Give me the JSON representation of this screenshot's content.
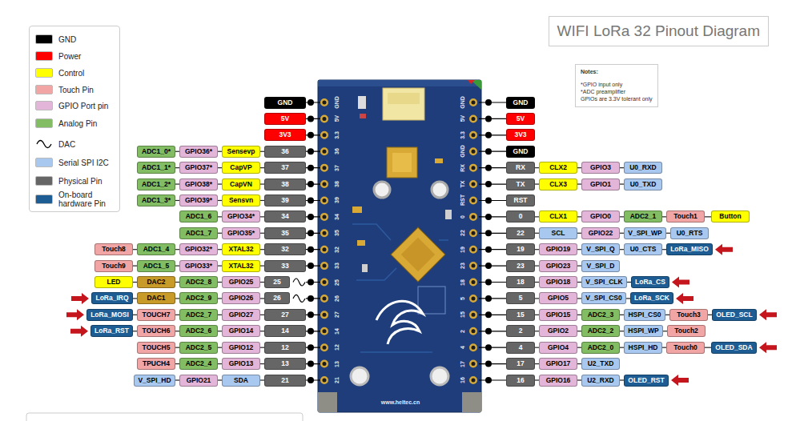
{
  "diagram": {
    "title": "WIFI LoRa 32 Pinout Diagram",
    "nodes": [
      {
        "text": [
          "Notes:",
          "*GPIO input only",
          "*ADC preamplifier",
          "GPIOs are 3.3V tolerant only"
        ]
      },
      {
        "text": [
          "GND"
        ]
      },
      {
        "text": [
          "GND"
        ]
      },
      {
        "text": [
          "5V"
        ]
      },
      {
        "text": [
          "5V"
        ]
      },
      {
        "text": [
          "3V3"
        ]
      },
      {
        "text": [
          "3V3"
        ]
      },
      {
        "text": [
          "ADC1_0*"
        ]
      },
      {
        "text": [
          "GPIO36*"
        ]
      },
      {
        "text": [
          "Sensevp"
        ]
      },
      {
        "text": [
          "36"
        ]
      },
      {
        "text": [
          "GND"
        ]
      },
      {
        "text": [
          "ADC1_1*"
        ]
      },
      {
        "text": [
          "GPIO37*"
        ]
      },
      {
        "text": [
          "CapVP"
        ]
      },
      {
        "text": [
          "37"
        ]
      },
      {
        "text": [
          "RX"
        ]
      },
      {
        "text": [
          "CLX2"
        ]
      },
      {
        "text": [
          "GPIO3"
        ]
      },
      {
        "text": [
          "U0_RXD"
        ]
      },
      {
        "text": [
          "ADC1_2*"
        ]
      },
      {
        "text": [
          "GPIO38*"
        ]
      },
      {
        "text": [
          "CapVN"
        ]
      },
      {
        "text": [
          "38"
        ]
      },
      {
        "text": [
          "TX"
        ]
      },
      {
        "text": [
          "CLX3"
        ]
      },
      {
        "text": [
          "GPIO1"
        ]
      },
      {
        "text": [
          "U0_TXD"
        ]
      },
      {
        "text": [
          "ADC1_3*"
        ]
      },
      {
        "text": [
          "GPIO39*"
        ]
      },
      {
        "text": [
          "Sensvn"
        ]
      },
      {
        "text": [
          "39"
        ]
      },
      {
        "text": [
          "RST"
        ]
      },
      {
        "text": [
          "ADC1_6"
        ]
      },
      {
        "text": [
          "GPIO34*"
        ]
      },
      {
        "text": [
          "34"
        ]
      },
      {
        "text": [
          "0"
        ]
      },
      {
        "text": [
          "CLX1"
        ]
      },
      {
        "text": [
          "GPIO0"
        ]
      },
      {
        "text": [
          "ADC2_1"
        ]
      },
      {
        "text": [
          "Touch1"
        ]
      },
      {
        "text": [
          "Button"
        ]
      },
      {
        "text": [
          "ADC1_7"
        ]
      },
      {
        "text": [
          "GPIO35*"
        ]
      },
      {
        "text": [
          "35"
        ]
      },
      {
        "text": [
          "22"
        ]
      },
      {
        "text": [
          "SCL"
        ]
      },
      {
        "text": [
          "GPIO22"
        ]
      },
      {
        "text": [
          "V_SPI_WP"
        ]
      },
      {
        "text": [
          "U0_RTS"
        ]
      },
      {
        "text": [
          "Touch8"
        ]
      },
      {
        "text": [
          "ADC1_4"
        ]
      },
      {
        "text": [
          "GPIO32*"
        ]
      },
      {
        "text": [
          "XTAL32"
        ]
      },
      {
        "text": [
          "32"
        ]
      },
      {
        "text": [
          "19"
        ]
      },
      {
        "text": [
          "GPIO19"
        ]
      },
      {
        "text": [
          "V_SPI_Q"
        ]
      },
      {
        "text": [
          "U0_CTS"
        ]
      },
      {
        "text": [
          "LoRa_MISO"
        ]
      },
      {
        "text": [
          "Touch9"
        ]
      },
      {
        "text": [
          "ADC1_5"
        ]
      },
      {
        "text": [
          "GPIO33*"
        ]
      },
      {
        "text": [
          "XTAL32"
        ]
      },
      {
        "text": [
          "33"
        ]
      },
      {
        "text": [
          "23"
        ]
      },
      {
        "text": [
          "GPIO23"
        ]
      },
      {
        "text": [
          "V_SPI_D"
        ]
      },
      {
        "text": [
          "LED"
        ]
      },
      {
        "text": [
          "DAC2"
        ]
      },
      {
        "text": [
          "ADC2_8"
        ]
      },
      {
        "text": [
          "GPIO25"
        ]
      },
      {
        "text": [
          "25"
        ]
      },
      {
        "text": [
          "18"
        ]
      },
      {
        "text": [
          "GPIO18"
        ]
      },
      {
        "text": [
          "V_SPI_CLK"
        ]
      },
      {
        "text": [
          "LoRa_CS"
        ]
      },
      {
        "text": [
          "LoRa_IRQ"
        ]
      },
      {
        "text": [
          "DAC1"
        ]
      },
      {
        "text": [
          "ADC2_9"
        ]
      },
      {
        "text": [
          "GPIO26"
        ]
      },
      {
        "text": [
          "26"
        ]
      },
      {
        "text": [
          "5"
        ]
      },
      {
        "text": [
          "GPIO5"
        ]
      },
      {
        "text": [
          "V_SPI_CS0"
        ]
      },
      {
        "text": [
          "LoRa_SCK"
        ]
      },
      {
        "text": [
          "LoRa_MOSI"
        ]
      },
      {
        "text": [
          "TOUCH7"
        ]
      },
      {
        "text": [
          "ADC2_7"
        ]
      },
      {
        "text": [
          "GPIO27"
        ]
      },
      {
        "text": [
          "27"
        ]
      },
      {
        "text": [
          "15"
        ]
      },
      {
        "text": [
          "GPIO15"
        ]
      },
      {
        "text": [
          "ADC2_3"
        ]
      },
      {
        "text": [
          "HSPI_CS0"
        ]
      },
      {
        "text": [
          "Touch3"
        ]
      },
      {
        "text": [
          "OLED_SCL"
        ]
      },
      {
        "text": [
          "LoRa_RST"
        ]
      },
      {
        "text": [
          "TOUCH6"
        ]
      },
      {
        "text": [
          "ADC2_6"
        ]
      },
      {
        "text": [
          "GPIO14"
        ]
      },
      {
        "text": [
          "14"
        ]
      },
      {
        "text": [
          "2"
        ]
      },
      {
        "text": [
          "GPIO2"
        ]
      },
      {
        "text": [
          "ADC2_2"
        ]
      },
      {
        "text": [
          "HSPI_WP"
        ]
      },
      {
        "text": [
          "Touch2"
        ]
      },
      {
        "text": [
          "TOUCH5"
        ]
      },
      {
        "text": [
          "ADC2_5"
        ]
      },
      {
        "text": [
          "GPIO12"
        ]
      },
      {
        "text": [
          "12"
        ]
      },
      {
        "text": [
          "4"
        ]
      },
      {
        "text": [
          "GPIO4"
        ]
      },
      {
        "text": [
          "ADC2_0"
        ]
      },
      {
        "text": [
          "HSPI_HD"
        ]
      },
      {
        "text": [
          "Touch0"
        ]
      },
      {
        "text": [
          "OLED_SDA"
        ]
      },
      {
        "text": [
          "TPUCH4"
        ]
      },
      {
        "text": [
          "ADC2_4"
        ]
      },
      {
        "text": [
          "GPIO13"
        ]
      },
      {
        "text": [
          "13"
        ]
      },
      {
        "text": [
          "17"
        ]
      },
      {
        "text": [
          "GPIO17"
        ]
      },
      {
        "text": [
          "U2_TXD"
        ]
      },
      {
        "text": [
          "V_SPI_HD"
        ]
      },
      {
        "text": [
          "GPIO21"
        ]
      },
      {
        "text": [
          "SDA"
        ]
      },
      {
        "text": [
          "21"
        ]
      },
      {
        "text": [
          "16"
        ]
      },
      {
        "text": [
          "GPIO16"
        ]
      },
      {
        "text": [
          "U2_RXD"
        ]
      },
      {
        "text": [
          "OLED_RST"
        ]
      }
    ],
    "edges": [
      {
        "from": 7,
        "to": 8,
        "arrow": "none"
      },
      {
        "from": 8,
        "to": 9,
        "arrow": "none"
      },
      {
        "from": 9,
        "to": 10,
        "arrow": "none"
      },
      {
        "from": 12,
        "to": 13,
        "arrow": "none"
      },
      {
        "from": 13,
        "to": 14,
        "arrow": "none"
      },
      {
        "from": 14,
        "to": 15,
        "arrow": "none"
      },
      {
        "from": 16,
        "to": 17,
        "arrow": "none"
      },
      {
        "from": 17,
        "to": 18,
        "arrow": "none"
      },
      {
        "from": 18,
        "to": 19,
        "arrow": "none"
      },
      {
        "from": 20,
        "to": 21,
        "arrow": "none"
      },
      {
        "from": 21,
        "to": 22,
        "arrow": "none"
      },
      {
        "from": 22,
        "to": 23,
        "arrow": "none"
      },
      {
        "from": 24,
        "to": 25,
        "arrow": "none"
      },
      {
        "from": 25,
        "to": 26,
        "arrow": "none"
      },
      {
        "from": 26,
        "to": 27,
        "arrow": "none"
      },
      {
        "from": 28,
        "to": 29,
        "arrow": "none"
      },
      {
        "from": 29,
        "to": 30,
        "arrow": "none"
      },
      {
        "from": 30,
        "to": 31,
        "arrow": "none"
      },
      {
        "from": 33,
        "to": 34,
        "arrow": "none"
      },
      {
        "from": 34,
        "to": 35,
        "arrow": "none"
      },
      {
        "from": 36,
        "to": 37,
        "arrow": "none"
      },
      {
        "from": 37,
        "to": 38,
        "arrow": "none"
      },
      {
        "from": 38,
        "to": 39,
        "arrow": "none"
      },
      {
        "from": 39,
        "to": 40,
        "arrow": "none"
      },
      {
        "from": 40,
        "to": 41,
        "arrow": "none"
      },
      {
        "from": 42,
        "to": 43,
        "arrow": "none"
      },
      {
        "from": 43,
        "to": 44,
        "arrow": "none"
      },
      {
        "from": 45,
        "to": 46,
        "arrow": "none"
      },
      {
        "from": 46,
        "to": 47,
        "arrow": "none"
      },
      {
        "from": 47,
        "to": 48,
        "arrow": "none"
      },
      {
        "from": 48,
        "to": 49,
        "arrow": "none"
      },
      {
        "from": 50,
        "to": 51,
        "arrow": "none"
      },
      {
        "from": 51,
        "to": 52,
        "arrow": "none"
      },
      {
        "from": 52,
        "to": 53,
        "arrow": "none"
      },
      {
        "from": 53,
        "to": 54,
        "arrow": "none"
      },
      {
        "from": 55,
        "to": 56,
        "arrow": "none"
      },
      {
        "from": 56,
        "to": 57,
        "arrow": "none"
      },
      {
        "from": 57,
        "to": 58,
        "arrow": "none"
      },
      {
        "from": 58,
        "to": 59,
        "arrow": "none"
      },
      {
        "from": 60,
        "to": 61,
        "arrow": "none"
      },
      {
        "from": 61,
        "to": 62,
        "arrow": "none"
      },
      {
        "from": 62,
        "to": 63,
        "arrow": "none"
      },
      {
        "from": 63,
        "to": 64,
        "arrow": "none"
      },
      {
        "from": 65,
        "to": 66,
        "arrow": "none"
      },
      {
        "from": 66,
        "to": 67,
        "arrow": "none"
      },
      {
        "from": 68,
        "to": 69,
        "arrow": "none"
      },
      {
        "from": 69,
        "to": 70,
        "arrow": "none"
      },
      {
        "from": 70,
        "to": 71,
        "arrow": "none"
      },
      {
        "from": 71,
        "to": 72,
        "arrow": "none"
      },
      {
        "from": 73,
        "to": 74,
        "arrow": "none"
      },
      {
        "from": 74,
        "to": 75,
        "arrow": "none"
      },
      {
        "from": 75,
        "to": 76,
        "arrow": "none"
      },
      {
        "from": 77,
        "to": 78,
        "arrow": "none"
      },
      {
        "from": 78,
        "to": 79,
        "arrow": "none"
      },
      {
        "from": 79,
        "to": 80,
        "arrow": "none"
      },
      {
        "from": 80,
        "to": 81,
        "arrow": "none"
      },
      {
        "from": 82,
        "to": 83,
        "arrow": "none"
      },
      {
        "from": 83,
        "to": 84,
        "arrow": "none"
      },
      {
        "from": 84,
        "to": 85,
        "arrow": "none"
      },
      {
        "from": 86,
        "to": 87,
        "arrow": "none"
      },
      {
        "from": 87,
        "to": 88,
        "arrow": "none"
      },
      {
        "from": 88,
        "to": 89,
        "arrow": "none"
      },
      {
        "from": 89,
        "to": 90,
        "arrow": "none"
      },
      {
        "from": 91,
        "to": 92,
        "arrow": "none"
      },
      {
        "from": 92,
        "to": 93,
        "arrow": "none"
      },
      {
        "from": 93,
        "to": 94,
        "arrow": "none"
      },
      {
        "from": 94,
        "to": 95,
        "arrow": "none"
      },
      {
        "from": 95,
        "to": 96,
        "arrow": "none"
      },
      {
        "from": 97,
        "to": 98,
        "arrow": "none"
      },
      {
        "from": 98,
        "to": 99,
        "arrow": "none"
      },
      {
        "from": 99,
        "to": 100,
        "arrow": "none"
      },
      {
        "from": 100,
        "to": 101,
        "arrow": "none"
      },
      {
        "from": 102,
        "to": 103,
        "arrow": "none"
      },
      {
        "from": 103,
        "to": 104,
        "arrow": "none"
      },
      {
        "from": 104,
        "to": 105,
        "arrow": "none"
      },
      {
        "from": 105,
        "to": 106,
        "arrow": "none"
      },
      {
        "from": 107,
        "to": 108,
        "arrow": "none"
      },
      {
        "from": 108,
        "to": 109,
        "arrow": "none"
      },
      {
        "from": 109,
        "to": 110,
        "arrow": "none"
      },
      {
        "from": 111,
        "to": 112,
        "arrow": "none"
      },
      {
        "from": 112,
        "to": 113,
        "arrow": "none"
      },
      {
        "from": 113,
        "to": 114,
        "arrow": "none"
      },
      {
        "from": 114,
        "to": 115,
        "arrow": "none"
      },
      {
        "from": 115,
        "to": 116,
        "arrow": "none"
      },
      {
        "from": 117,
        "to": 118,
        "arrow": "none"
      },
      {
        "from": 118,
        "to": 119,
        "arrow": "none"
      },
      {
        "from": 119,
        "to": 120,
        "arrow": "none"
      },
      {
        "from": 121,
        "to": 122,
        "arrow": "none"
      },
      {
        "from": 122,
        "to": 123,
        "arrow": "none"
      },
      {
        "from": 124,
        "to": 125,
        "arrow": "none"
      },
      {
        "from": 125,
        "to": 126,
        "arrow": "none"
      },
      {
        "from": 126,
        "to": 127,
        "arrow": "none"
      },
      {
        "from": 128,
        "to": 129,
        "arrow": "none"
      },
      {
        "from": 129,
        "to": 130,
        "arrow": "none"
      },
      {
        "from": 130,
        "to": 131,
        "arrow": "none"
      }
    ],
    "labels": [
      "GND",
      "5V",
      "3.3",
      "36",
      "37",
      "38",
      "39",
      "34",
      "35",
      "32",
      "33",
      "25",
      "26",
      "27",
      "14",
      "12",
      "13",
      "21",
      "GND",
      "5V",
      "3.3",
      "GND",
      "RX",
      "TX",
      "RST",
      "0",
      "22",
      "19",
      "23",
      "18",
      "5",
      "15",
      "2",
      "4",
      "17",
      "16",
      "www.heltec.cn"
    ],
    "legend": [
      {
        "text": "GND",
        "color": "#000000"
      },
      {
        "text": "Power",
        "color": "#ff0000"
      },
      {
        "text": "Control",
        "color": "#ffff00"
      },
      {
        "text": "Touch Pin",
        "color": "#f2a5a5"
      },
      {
        "text": "GPIO Port pin",
        "color": "#e3b5d8"
      },
      {
        "text": "Analog Pin",
        "color": "#83bd63"
      },
      {
        "text": "DAC"
      },
      {
        "text": "Serial SPI I2C",
        "color": "#a8c8f0"
      },
      {
        "text": "Physical Pin",
        "color": "#666666"
      },
      {
        "text": "On-board hardware Pin",
        "color": "#1d5d94"
      }
    ]
  }
}
